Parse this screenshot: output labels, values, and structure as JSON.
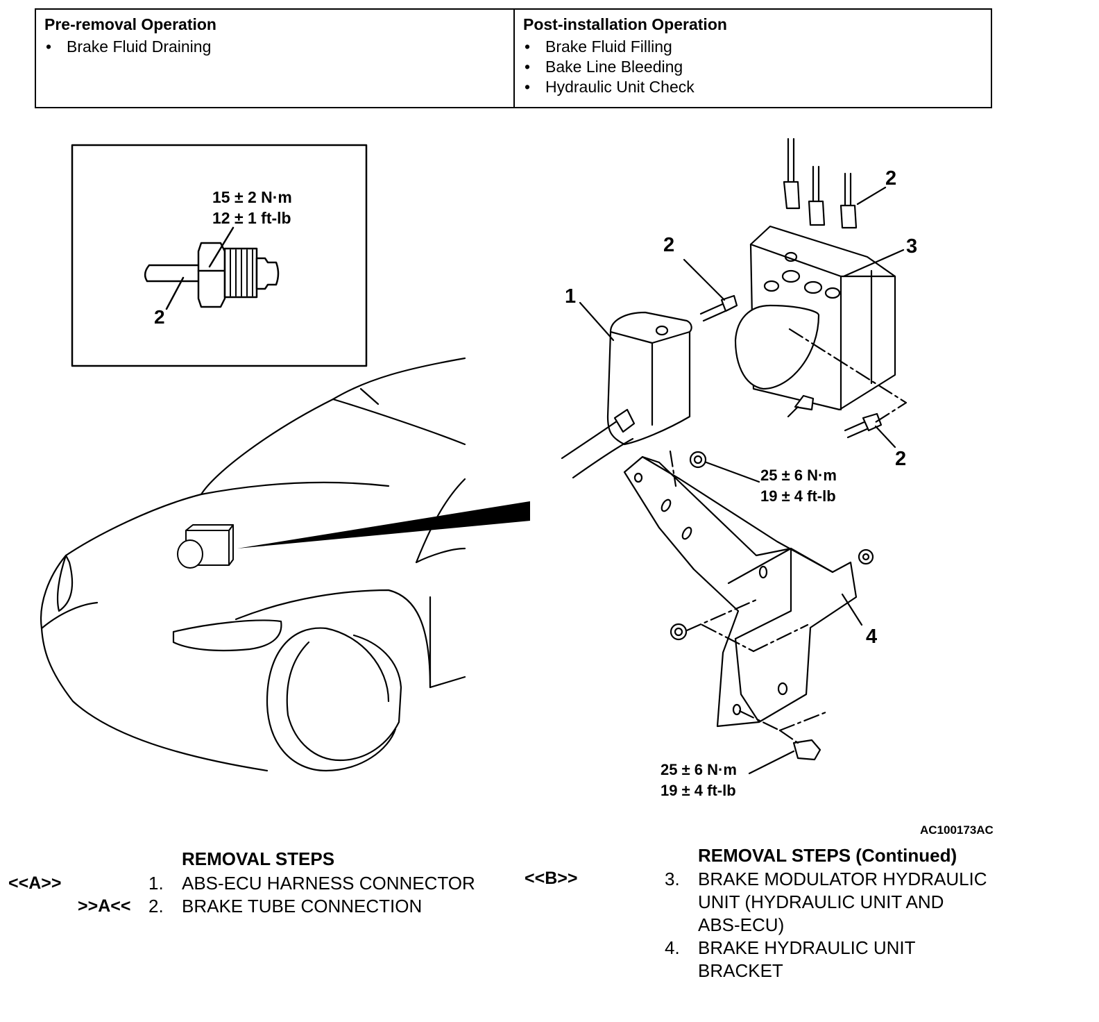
{
  "operations": {
    "pre_removal": {
      "heading": "Pre-removal Operation",
      "items": [
        "Brake Fluid Draining"
      ]
    },
    "post_installation": {
      "heading": "Post-installation Operation",
      "items": [
        "Brake Fluid Filling",
        "Bake Line Bleeding",
        "Hydraulic Unit Check"
      ]
    }
  },
  "diagram": {
    "inset_torque_nm": "15 ± 2 N·m",
    "inset_torque_ftlb": "12 ± 1 ft-lb",
    "bracket_nut_torque_nm": "25 ± 6 N·m",
    "bracket_nut_torque_ftlb": "19 ± 4 ft-lb",
    "bracket_bolt_torque_nm": "25 ± 6 N·m",
    "bracket_bolt_torque_ftlb": "19 ± 4 ft-lb",
    "callouts": {
      "inset": "2",
      "connector": "1",
      "tube_left": "2",
      "tube_top": "2",
      "tube_right": "2",
      "hydraulic_unit": "3",
      "bracket": "4"
    },
    "figure_code": "AC100173AC"
  },
  "removal_steps": {
    "title": "REMOVAL STEPS",
    "steps": [
      {
        "code": "<<A>>",
        "number": "1.",
        "text": "ABS-ECU HARNESS CONNECTOR"
      },
      {
        "code": ">>A<<",
        "number": "2.",
        "text": "BRAKE TUBE CONNECTION"
      }
    ]
  },
  "removal_steps_continued": {
    "title": "REMOVAL STEPS (Continued)",
    "code": "<<B>>",
    "steps": [
      {
        "number": "3.",
        "lines": [
          "BRAKE MODULATOR HYDRAULIC",
          "UNIT (HYDRAULIC UNIT AND",
          "ABS-ECU)"
        ]
      },
      {
        "number": "4.",
        "lines": [
          "BRAKE HYDRAULIC UNIT",
          "BRACKET"
        ]
      }
    ]
  }
}
